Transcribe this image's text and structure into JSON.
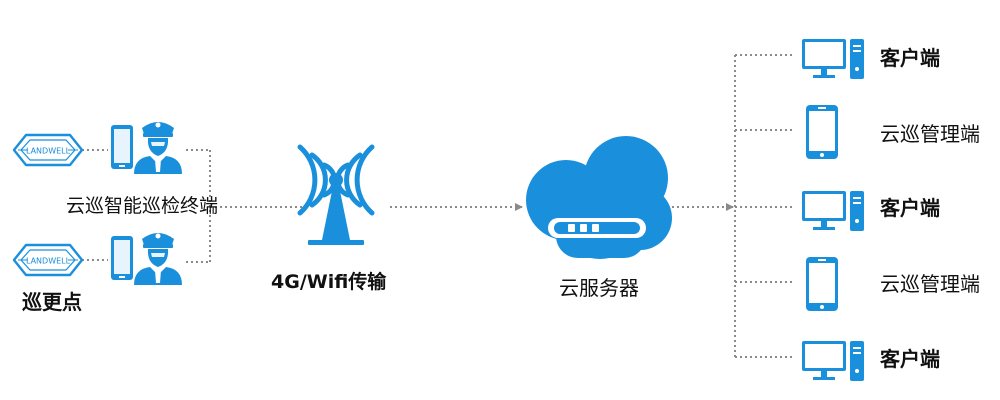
{
  "tag_text": "LANDWELL",
  "labels": {
    "terminal": "云巡智能巡检终端",
    "checkpoint": "巡更点",
    "network": "4G/Wifi传输",
    "cloud_server": "云服务器"
  },
  "endpoints": [
    {
      "label": "客户端",
      "kind": "desktop"
    },
    {
      "label": "云巡管理端",
      "kind": "phone"
    },
    {
      "label": "客户端",
      "kind": "desktop"
    },
    {
      "label": "云巡管理端",
      "kind": "phone"
    },
    {
      "label": "客户端",
      "kind": "desktop"
    }
  ],
  "colors": {
    "accent": "#1a8fdc",
    "line": "#8a8a8a",
    "text": "#111111"
  },
  "icons": {
    "checkpoint": "landwell-tag-icon",
    "terminal": "handheld-terminal-icon",
    "guard": "security-guard-icon",
    "network": "signal-tower-icon",
    "server": "cloud-server-icon",
    "desktop": "desktop-computer-icon",
    "phone": "smartphone-icon"
  }
}
